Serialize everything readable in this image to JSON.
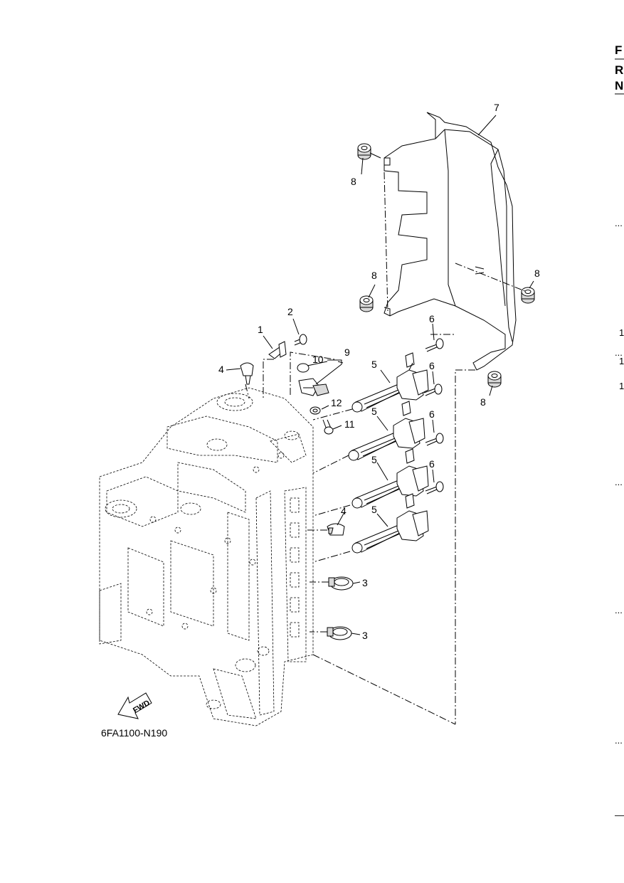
{
  "diagram_code": "6FA1100-N190",
  "fwd_label": "FWD",
  "callouts": {
    "c1": "1",
    "c2": "2",
    "c3a": "3",
    "c3b": "3",
    "c4a": "4",
    "c4b": "4",
    "c5a": "5",
    "c5b": "5",
    "c5c": "5",
    "c5d": "5",
    "c6a": "6",
    "c6b": "6",
    "c6c": "6",
    "c6d": "6",
    "c7": "7",
    "c8a": "8",
    "c8b": "8",
    "c8c": "8",
    "c8d": "8",
    "c9": "9",
    "c10": "10",
    "c11": "11",
    "c12": "12"
  },
  "right_edge": {
    "letter_f": "F",
    "letter_r": "R",
    "letter_n": "N",
    "num_1a": "1",
    "num_1b": "1",
    "num_1c": "1",
    "dots_a": "...",
    "dots_b": "...",
    "dots_c": "...",
    "dots_d": "...",
    "dots_e": "...",
    "dash_end": "—"
  }
}
